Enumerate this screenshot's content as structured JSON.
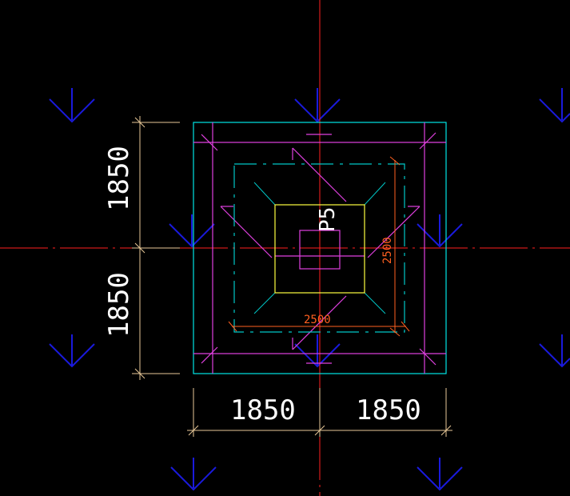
{
  "dimensions": {
    "left_upper": "1850",
    "left_lower": "1850",
    "bottom_left": "1850",
    "bottom_right": "1850",
    "inner_horizontal": "2500",
    "inner_vertical": "2500"
  },
  "labels": {
    "column_tag_right": "P5",
    "column_tag_left": "P5"
  },
  "colors": {
    "background": "#000000",
    "axis": "#ff2020",
    "outline": "#00e5e5",
    "dashed": "#00c8c8",
    "magenta": "#e040e0",
    "column": "#ffff40",
    "dimension": "#e8c898",
    "inner_dimension": "#ff6020",
    "dim_text": "#ffffff",
    "arrow_symbol": "#1a1adc"
  },
  "icons": {
    "load_arrow": "down-arrow-icon"
  }
}
